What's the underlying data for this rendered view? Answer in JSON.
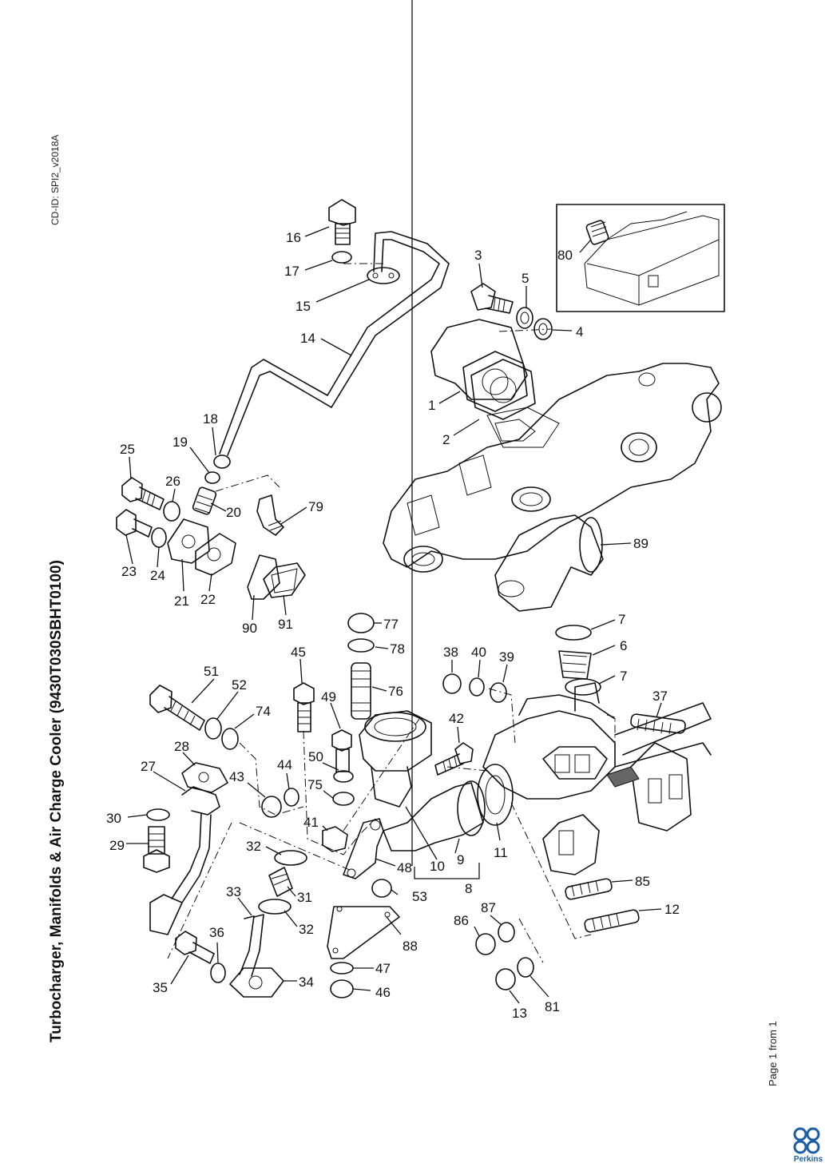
{
  "document": {
    "title": "Turbocharger, Manifolds & Air Charge Cooler (9430T030SBHT0100)",
    "cd_id": "CD-ID: SPI2_v2018A",
    "page_counter": "Page 1 from 1",
    "logo_text": "Perkins",
    "brand_color": "#1a5ea8"
  },
  "callouts": [
    "1",
    "2",
    "3",
    "4",
    "5",
    "6",
    "7",
    "7",
    "8",
    "9",
    "10",
    "11",
    "12",
    "13",
    "14",
    "15",
    "16",
    "17",
    "18",
    "19",
    "20",
    "21",
    "22",
    "23",
    "24",
    "25",
    "26",
    "27",
    "28",
    "29",
    "30",
    "31",
    "32",
    "32",
    "33",
    "34",
    "35",
    "36",
    "37",
    "38",
    "39",
    "40",
    "41",
    "42",
    "43",
    "44",
    "45",
    "46",
    "47",
    "48",
    "49",
    "50",
    "51",
    "52",
    "53",
    "74",
    "75",
    "76",
    "77",
    "78",
    "79",
    "80",
    "81",
    "85",
    "86",
    "87",
    "88",
    "89",
    "90",
    "91"
  ]
}
